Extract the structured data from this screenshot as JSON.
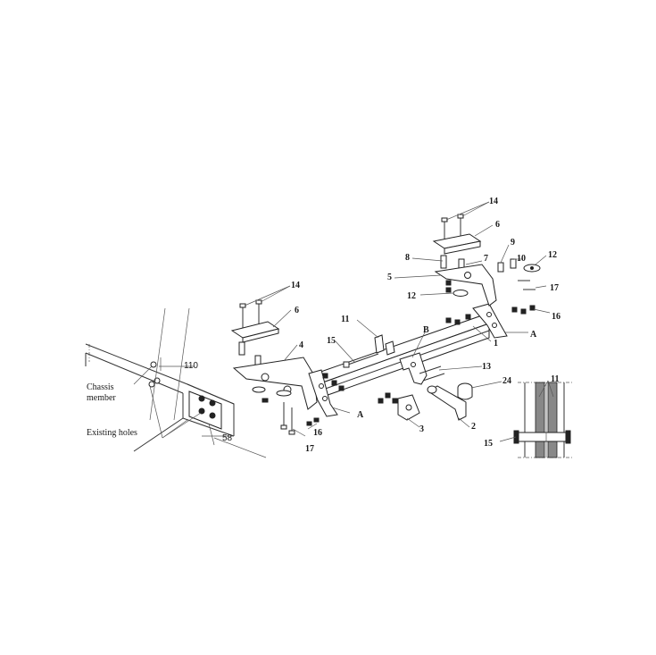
{
  "labels": {
    "p14_right": "14",
    "p6_right": "6",
    "p8": "8",
    "p9": "9",
    "p7": "7",
    "p10": "10",
    "p12_right": "12",
    "p5": "5",
    "p12_mid": "12",
    "p17_right": "17",
    "p16_right": "16",
    "pA_right": "A",
    "p1": "1",
    "p14_left": "14",
    "p6_left": "6",
    "p11_mid": "11",
    "p15_mid": "15",
    "pB": "B",
    "p4": "4",
    "p13": "13",
    "p24": "24",
    "p11_detail": "11",
    "pA_left": "A",
    "p3": "3",
    "p2": "2",
    "p16_left": "16",
    "p17_left": "17",
    "p15_detail": "15"
  },
  "chassis": {
    "member_line1": "Chassis",
    "member_line2": "member",
    "existing_holes": "Existing holes",
    "dim_110": "110",
    "dim_58": "58"
  }
}
